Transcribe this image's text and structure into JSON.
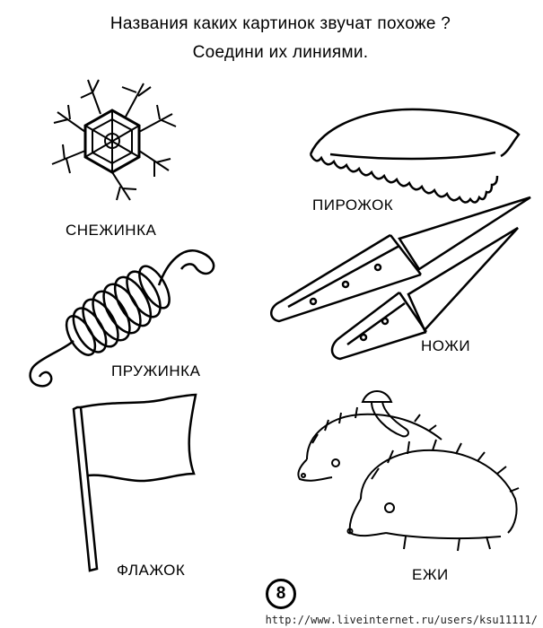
{
  "instructions": {
    "line1": "Названия каких картинок звучат похоже ?",
    "line2": "Соедини их линиями."
  },
  "pictures": {
    "snowflake": "СНЕЖИНКА",
    "pie": "ПИРОЖОК",
    "spring": "ПРУЖИНКА",
    "knives": "НОЖИ",
    "flag": "ФЛАЖОК",
    "hedgehogs": "ЕЖИ"
  },
  "page_number": "8",
  "watermark": "http://www.liveinternet.ru/users/ksu11111/"
}
